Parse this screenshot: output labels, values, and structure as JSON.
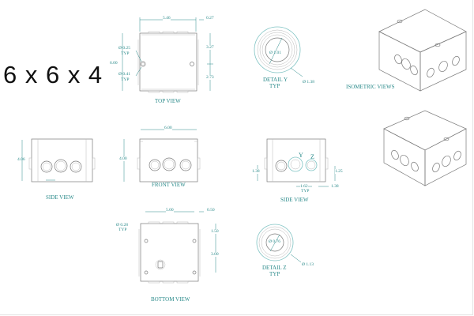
{
  "title": "6 x 6 x 4",
  "colors": {
    "dimension": "#2a8a8a",
    "line": "#7a7a7a",
    "background": "#ffffff"
  },
  "top_view": {
    "label": "TOP VIEW",
    "width_dim": "5.46",
    "offset_dim": "0.27",
    "height_dim": "6.00",
    "upper_dim": "3.27",
    "lower_dim": "2.73",
    "hole_small": "Ø 0.25",
    "hole_small_typ": "TYP",
    "hole_large": "Ø 0.41",
    "hole_large_typ": "TYP"
  },
  "detail_y": {
    "label": "DETAIL Y",
    "typ": "TYP",
    "inner_dim": "Ø 1.01",
    "outer_dim": "Ø 1.38"
  },
  "isometric": {
    "label": "ISOMETRIC VIEWS"
  },
  "side_view_left": {
    "label": "SIDE VIEW",
    "height_dim": "4.06"
  },
  "front_view": {
    "label": "FRONT VIEW",
    "width_dim": "6.00",
    "height_dim": "4.00"
  },
  "side_view_right": {
    "label": "SIDE VIEW",
    "marker_y": "Y",
    "marker_z": "Z",
    "left_height": "1.38",
    "right_height": "1.25",
    "spacing": "1.62",
    "spacing_typ": "TYP",
    "edge_offset": "1.38"
  },
  "bottom_view": {
    "label": "BOTTOM VIEW",
    "width_dim": "5.00",
    "offset_dim": "0.50",
    "upper_dim": "1.50",
    "lower_dim": "3.00",
    "hole": "Ø 0.28",
    "hole_typ": "TYP"
  },
  "detail_z": {
    "label": "DETAIL Z",
    "typ": "TYP",
    "inner_dim": "Ø 0.76",
    "outer_dim": "Ø 1.13"
  }
}
